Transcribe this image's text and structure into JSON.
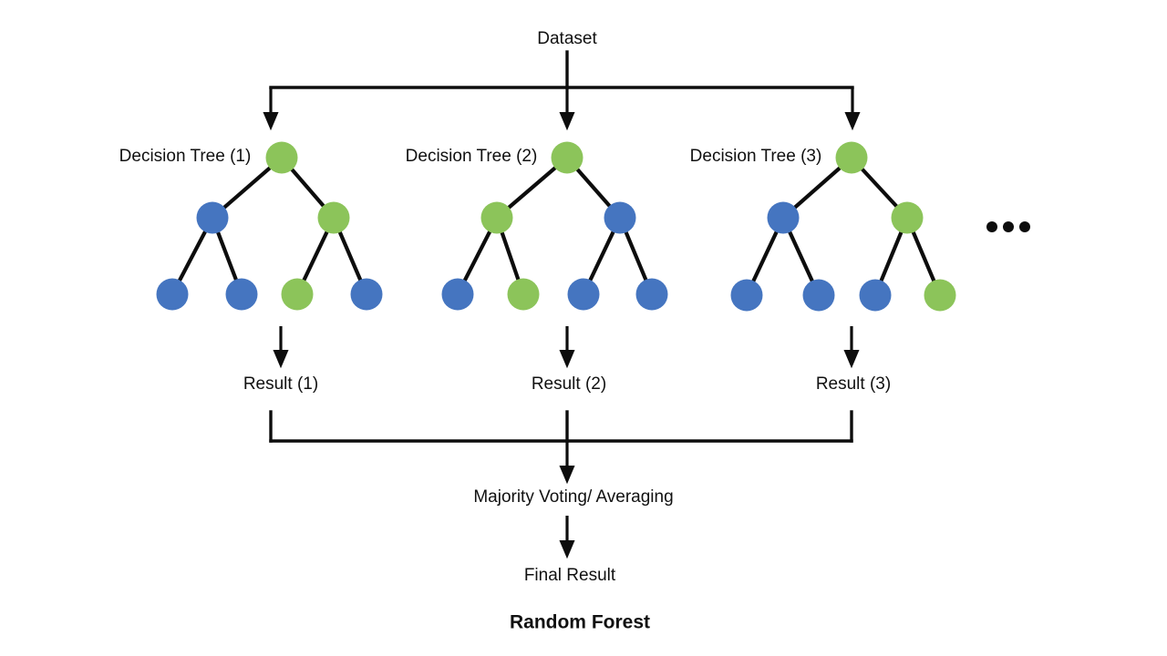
{
  "diagram": {
    "title": "Random Forest",
    "root_label": "Dataset",
    "aggregate_label": "Majority Voting/ Averaging",
    "final_label": "Final Result",
    "ellipsis": "•••",
    "colors": {
      "green": "#8CC45A",
      "blue": "#4575C0",
      "line": "#0d0d0d",
      "text": "#111111",
      "background": "#ffffff"
    },
    "trees": [
      {
        "label": "Decision Tree (1)",
        "result_label": "Result (1)",
        "root_color": "green",
        "level1_colors": [
          "blue",
          "green"
        ],
        "leaf_colors": [
          "blue",
          "blue",
          "green",
          "blue"
        ]
      },
      {
        "label": "Decision Tree (2)",
        "result_label": "Result (2)",
        "root_color": "green",
        "level1_colors": [
          "green",
          "blue"
        ],
        "leaf_colors": [
          "blue",
          "green",
          "blue",
          "blue"
        ]
      },
      {
        "label": "Decision Tree (3)",
        "result_label": "Result (3)",
        "root_color": "green",
        "level1_colors": [
          "blue",
          "green"
        ],
        "leaf_colors": [
          "blue",
          "blue",
          "blue",
          "green"
        ]
      }
    ]
  }
}
